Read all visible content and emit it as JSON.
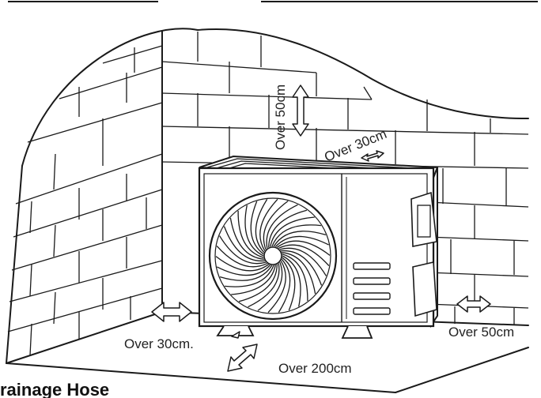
{
  "clearances": {
    "top": "Over 50cm",
    "rear": "Over 30cm",
    "left": "Over 30cm.",
    "right": "Over 50cm",
    "front": "Over 200cm"
  },
  "caption": "rainage Hose"
}
